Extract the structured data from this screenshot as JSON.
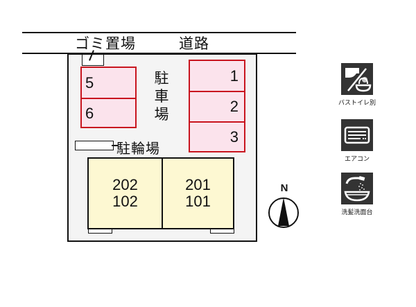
{
  "map": {
    "road": {
      "garbage_label": "ゴミ置場",
      "road_label": "道路"
    },
    "parking": {
      "label_chars": [
        "駐",
        "車",
        "場"
      ],
      "left_spaces": [
        "5",
        "6"
      ],
      "right_spaces": [
        "1",
        "2",
        "3"
      ],
      "colors": {
        "border": "#c8141e",
        "fill": "#fbe3ec"
      }
    },
    "bicycle_parking": {
      "label": "駐輪場"
    },
    "buildings": [
      {
        "upper": "202",
        "lower": "102"
      },
      {
        "upper": "201",
        "lower": "101"
      }
    ],
    "building_fill": "#fdf8d2",
    "compass": {
      "label": "N"
    }
  },
  "amenities": [
    {
      "icon": "bath-toilet-separate-icon",
      "label": "バストイレ別"
    },
    {
      "icon": "air-conditioner-icon",
      "label": "エアコン"
    },
    {
      "icon": "shampoo-dresser-icon",
      "label": "洗髪洗面台"
    }
  ]
}
